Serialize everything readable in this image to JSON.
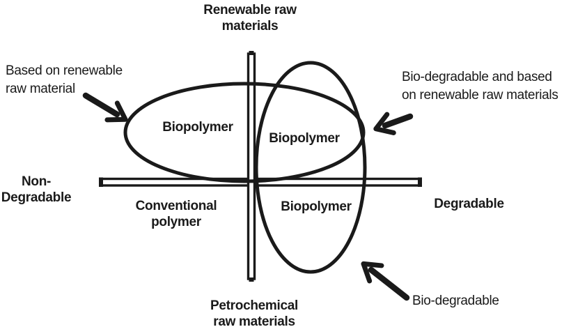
{
  "colors": {
    "background": "#ffffff",
    "ink": "#1a1a1a"
  },
  "axis_labels": {
    "top": "Renewable raw\nmaterials",
    "bottom": "Petrochemical\nraw materials",
    "left": "Non-\nDegradable",
    "right": "Degradable"
  },
  "regions": {
    "biopolymer_renewable": "Biopolymer",
    "biopolymer_intersection": "Biopolymer",
    "biopolymer_degradable": "Biopolymer",
    "conventional_polymer": "Conventional\npolymer"
  },
  "annotations": {
    "renewable_based": "Based on renewable\nraw material",
    "biodegradable_renewable": "Bio-degradable and based\non renewable raw materials",
    "biodegradable": "Bio-degradable"
  }
}
